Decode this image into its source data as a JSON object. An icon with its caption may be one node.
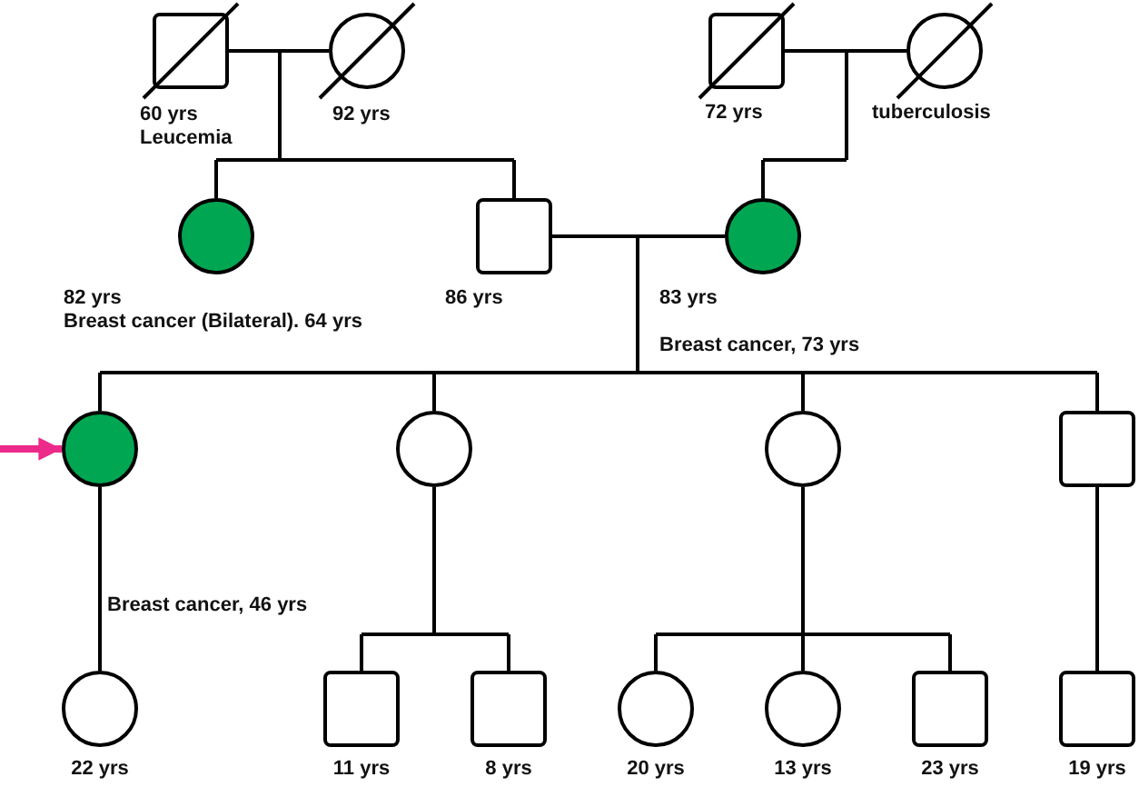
{
  "diagram": {
    "nodes": [
      {
        "text": [],
        "shape": "crossed-box",
        "beside": [
          "60 yrs",
          "Leucemia"
        ]
      },
      {
        "text": [],
        "shape": "crossed-circle",
        "beside": [
          "92 yrs"
        ]
      },
      {
        "text": [],
        "shape": "crossed-box",
        "beside": [
          "72 yrs"
        ]
      },
      {
        "text": [],
        "shape": "crossed-circle",
        "beside": [
          "tuberculosis"
        ]
      },
      {
        "text": [],
        "shape": "filled-circle",
        "beside": [
          "82 yrs",
          "Breast cancer (Bilateral). 64 yrs"
        ]
      },
      {
        "text": [],
        "shape": "box",
        "beside": [
          "86 yrs"
        ]
      },
      {
        "text": [],
        "shape": "filled-circle",
        "beside": [
          "83 yrs",
          "Breast cancer, 73 yrs"
        ]
      },
      {
        "text": [],
        "shape": "filled-circle"
      },
      {
        "text": [],
        "shape": "circle"
      },
      {
        "text": [],
        "shape": "circle"
      },
      {
        "text": [],
        "shape": "box"
      },
      {
        "text": [],
        "shape": "circle",
        "beside": [
          "22 yrs"
        ]
      },
      {
        "text": [],
        "shape": "box",
        "beside": [
          "11 yrs"
        ]
      },
      {
        "text": [],
        "shape": "box",
        "beside": [
          "8 yrs"
        ]
      },
      {
        "text": [],
        "shape": "circle",
        "beside": [
          "20 yrs"
        ]
      },
      {
        "text": [],
        "shape": "circle",
        "beside": [
          "13 yrs"
        ]
      },
      {
        "text": [],
        "shape": "box",
        "beside": [
          "23 yrs"
        ]
      },
      {
        "text": [],
        "shape": "box",
        "beside": [
          "19 yrs"
        ]
      }
    ],
    "edges": [
      {
        "from": 0,
        "to": 1,
        "arrow": "none"
      },
      {
        "from": 2,
        "to": 3,
        "arrow": "none"
      },
      {
        "from": 5,
        "to": 6,
        "arrow": "none"
      },
      {
        "from": 0,
        "to": 4,
        "arrow": "none"
      },
      {
        "from": 1,
        "to": 4,
        "arrow": "none"
      },
      {
        "from": 0,
        "to": 5,
        "arrow": "none"
      },
      {
        "from": 1,
        "to": 5,
        "arrow": "none"
      },
      {
        "from": 2,
        "to": 6,
        "arrow": "none"
      },
      {
        "from": 3,
        "to": 6,
        "arrow": "none"
      },
      {
        "from": 5,
        "to": 7,
        "arrow": "none"
      },
      {
        "from": 6,
        "to": 7,
        "arrow": "none"
      },
      {
        "from": 5,
        "to": 8,
        "arrow": "none"
      },
      {
        "from": 6,
        "to": 8,
        "arrow": "none"
      },
      {
        "from": 5,
        "to": 9,
        "arrow": "none"
      },
      {
        "from": 6,
        "to": 9,
        "arrow": "none"
      },
      {
        "from": 5,
        "to": 10,
        "arrow": "none"
      },
      {
        "from": 6,
        "to": 10,
        "arrow": "none"
      },
      {
        "from": 7,
        "to": 11,
        "arrow": "none"
      },
      {
        "from": 8,
        "to": 12,
        "arrow": "none"
      },
      {
        "from": 8,
        "to": 13,
        "arrow": "none"
      },
      {
        "from": 9,
        "to": 14,
        "arrow": "none"
      },
      {
        "from": 9,
        "to": 15,
        "arrow": "none"
      },
      {
        "from": 9,
        "to": 16,
        "arrow": "none"
      },
      {
        "from": 10,
        "to": 17,
        "arrow": "none"
      },
      {
        "from": null,
        "to": 7,
        "arrow": "to",
        "style": "thick",
        "color": "#ec2a8a"
      }
    ],
    "labels": [
      "Breast cancer, 46 yrs"
    ]
  }
}
